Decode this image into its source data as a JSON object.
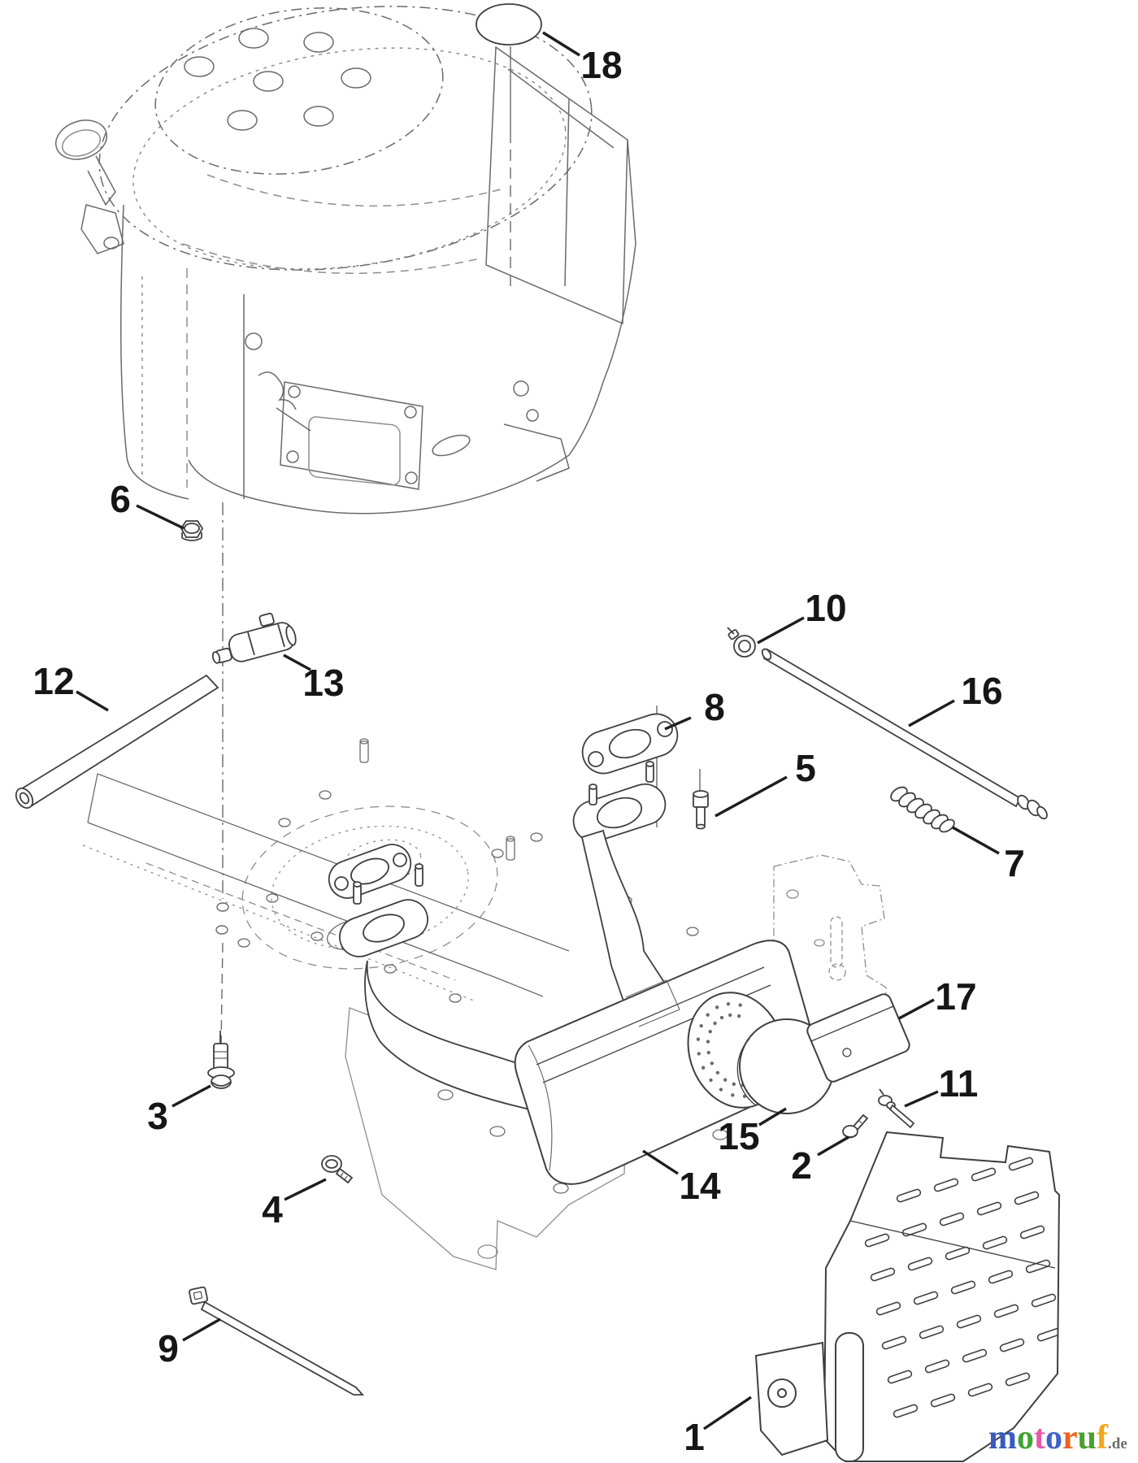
{
  "parts": [
    {
      "number": "1"
    },
    {
      "number": "2"
    },
    {
      "number": "3"
    },
    {
      "number": "4"
    },
    {
      "number": "5"
    },
    {
      "number": "6"
    },
    {
      "number": "7"
    },
    {
      "number": "8"
    },
    {
      "number": "9"
    },
    {
      "number": "10"
    },
    {
      "number": "11"
    },
    {
      "number": "12"
    },
    {
      "number": "13"
    },
    {
      "number": "14"
    },
    {
      "number": "15"
    },
    {
      "number": "16"
    },
    {
      "number": "17"
    },
    {
      "number": "18"
    }
  ],
  "watermark": {
    "letters": [
      {
        "ch": "m",
        "color": "#3a5bbf"
      },
      {
        "ch": "o",
        "color": "#3fa535"
      },
      {
        "ch": "t",
        "color": "#e858a8"
      },
      {
        "ch": "o",
        "color": "#3f63c9"
      },
      {
        "ch": "r",
        "color": "#e8641f"
      },
      {
        "ch": "u",
        "color": "#4a9f2f"
      },
      {
        "ch": "f",
        "color": "#f2a71b"
      }
    ],
    "suffix": ".de",
    "suffix_color": "#6b6b6b"
  },
  "colors": {
    "line_dark": "#3f3f3f",
    "line_mid": "#6a6a6a",
    "line_light": "#8d8d8d",
    "label": "#161616"
  }
}
